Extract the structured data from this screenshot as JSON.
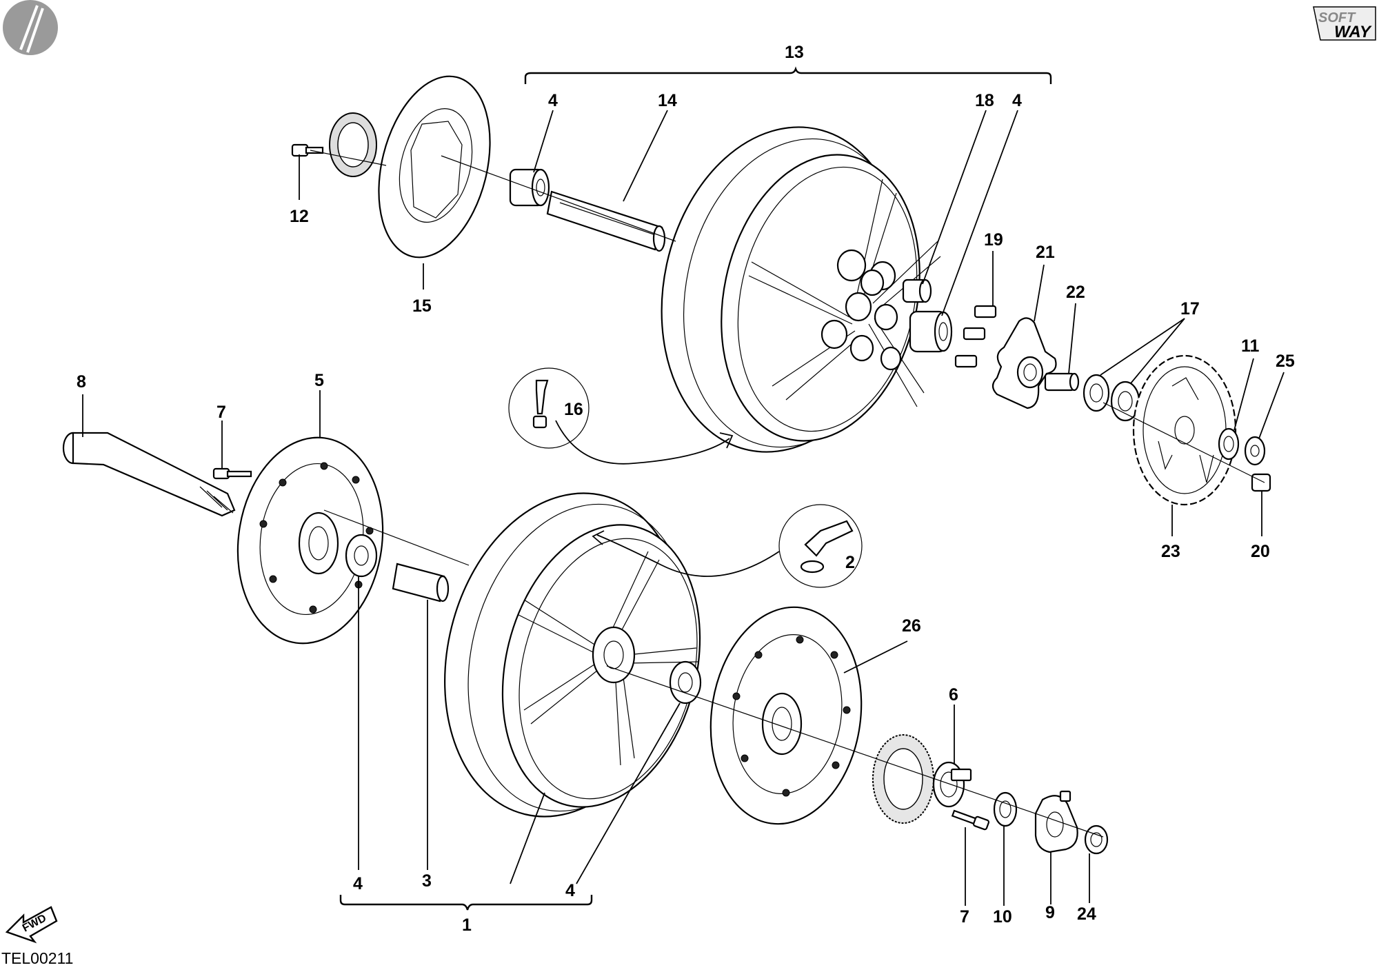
{
  "drawing_code": "TEL00211",
  "logo_text": [
    "SOFT",
    "WAY"
  ],
  "fwd_text": "FWD",
  "callouts": [
    {
      "id": "c1",
      "text": "1"
    },
    {
      "id": "c2",
      "text": "2"
    },
    {
      "id": "c3",
      "text": "3"
    },
    {
      "id": "c4a",
      "text": "4"
    },
    {
      "id": "c4b",
      "text": "4"
    },
    {
      "id": "c4c",
      "text": "4"
    },
    {
      "id": "c4d",
      "text": "4"
    },
    {
      "id": "c5",
      "text": "5"
    },
    {
      "id": "c6",
      "text": "6"
    },
    {
      "id": "c7a",
      "text": "7"
    },
    {
      "id": "c7b",
      "text": "7"
    },
    {
      "id": "c8",
      "text": "8"
    },
    {
      "id": "c9",
      "text": "9"
    },
    {
      "id": "c10",
      "text": "10"
    },
    {
      "id": "c11",
      "text": "11"
    },
    {
      "id": "c12",
      "text": "12"
    },
    {
      "id": "c13",
      "text": "13"
    },
    {
      "id": "c14",
      "text": "14"
    },
    {
      "id": "c15",
      "text": "15"
    },
    {
      "id": "c16",
      "text": "16"
    },
    {
      "id": "c17",
      "text": "17"
    },
    {
      "id": "c18",
      "text": "18"
    },
    {
      "id": "c19",
      "text": "19"
    },
    {
      "id": "c20",
      "text": "20"
    },
    {
      "id": "c21",
      "text": "21"
    },
    {
      "id": "c22",
      "text": "22"
    },
    {
      "id": "c23",
      "text": "23"
    },
    {
      "id": "c24",
      "text": "24"
    },
    {
      "id": "c25",
      "text": "25"
    },
    {
      "id": "c26",
      "text": "26"
    }
  ]
}
